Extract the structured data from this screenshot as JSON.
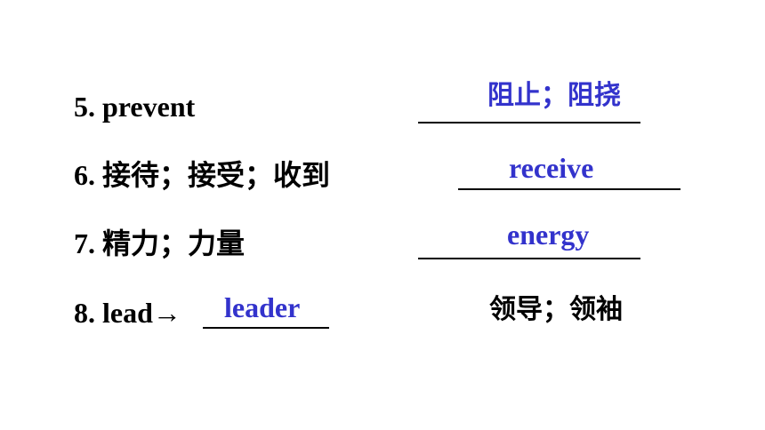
{
  "accent_color": "#3333cc",
  "items": [
    {
      "prompt": "5. prevent",
      "answer": "阻止；阻挠"
    },
    {
      "prompt": "6. 接待；接受；收到",
      "answer": "receive"
    },
    {
      "prompt": "7. 精力；力量",
      "answer": "energy"
    },
    {
      "prompt": "8. lead→",
      "answer": "leader",
      "meaning": "领导；领袖"
    }
  ]
}
